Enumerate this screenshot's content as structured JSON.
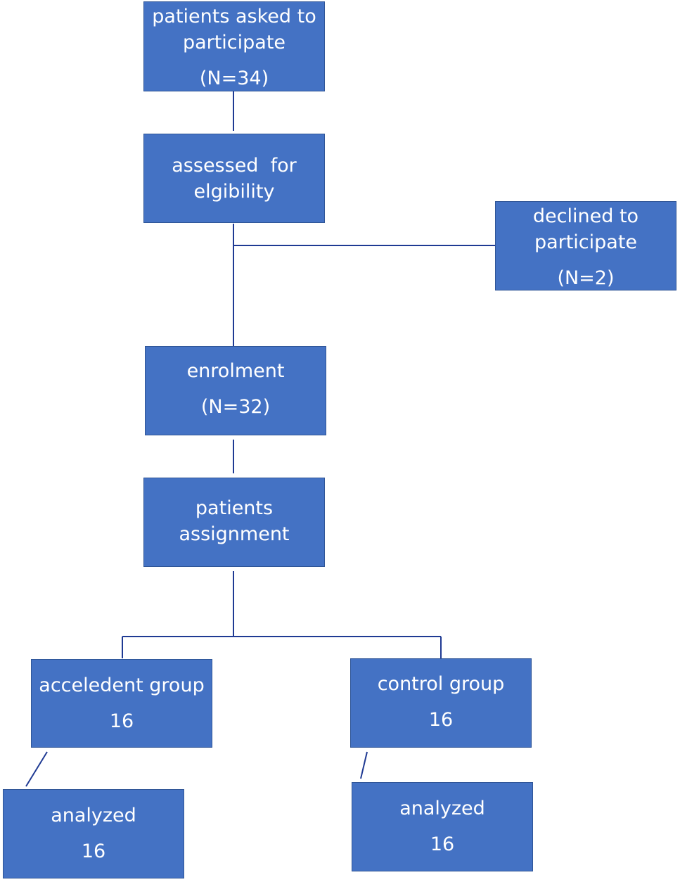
{
  "boxes": {
    "asked": {
      "label_line1": "patients asked to",
      "label_line2": "participate",
      "count": "(N=34)"
    },
    "assessed": {
      "label_line1": "assessed  for",
      "label_line2": "elgibility"
    },
    "declined": {
      "label_line1": "declined to",
      "label_line2": "participate",
      "count": "(N=2)"
    },
    "enrolment": {
      "label": "enrolment",
      "count": "(N=32)"
    },
    "assignment": {
      "label_line1": "patients",
      "label_line2": "assignment"
    },
    "accel_group": {
      "label": "acceledent group",
      "count": "16"
    },
    "control_group": {
      "label": "control group",
      "count": "16"
    },
    "accel_analyzed": {
      "label": "analyzed",
      "count": "16"
    },
    "control_analyzed": {
      "label": "analyzed",
      "count": "16"
    }
  },
  "colors": {
    "box_fill": "#4472c4",
    "box_border": "#2f5597",
    "connector": "#1f3a93",
    "text": "#ffffff"
  }
}
